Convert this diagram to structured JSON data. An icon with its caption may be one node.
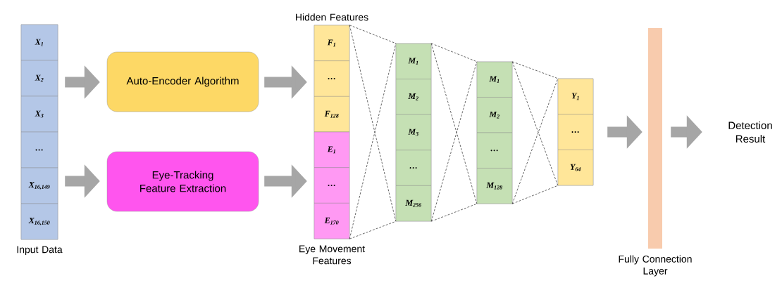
{
  "diagram": {
    "nodes": [
      {
        "text": [
          "Input Data"
        ]
      },
      {
        "text": [
          "X$_{1}$"
        ],
        "in": 0
      },
      {
        "text": [
          "X$_{2}$"
        ],
        "in": 0
      },
      {
        "text": [
          "X$_{3}$"
        ],
        "in": 0
      },
      {
        "text": [
          "…"
        ],
        "in": 0
      },
      {
        "text": [
          "X$_{16,149}$"
        ],
        "in": 0
      },
      {
        "text": [
          "X$_{16,150}$"
        ],
        "in": 0
      },
      {
        "text": [
          "Auto-Encoder Algorithm"
        ]
      },
      {
        "text": [
          "Eye-Tracking Feature Extraction"
        ]
      },
      {
        "text": [
          "Hidden Features"
        ]
      },
      {
        "text": [
          "F$_{1}$"
        ],
        "in": 9
      },
      {
        "text": [
          "…"
        ],
        "in": 9
      },
      {
        "text": [
          "F$_{128}$"
        ],
        "in": 9
      },
      {
        "text": [
          "Eye Movement Features"
        ]
      },
      {
        "text": [
          "E$_{1}$"
        ],
        "in": 13
      },
      {
        "text": [
          "…"
        ],
        "in": 13
      },
      {
        "text": [
          "E$_{170}$"
        ],
        "in": 13
      },
      {
        "text": [],
        "shape": "box"
      },
      {
        "text": [
          "M$_{1}$"
        ],
        "in": 17
      },
      {
        "text": [
          "M$_{2}$"
        ],
        "in": 17
      },
      {
        "text": [
          "M$_{3}$"
        ],
        "in": 17
      },
      {
        "text": [
          "…"
        ],
        "in": 17
      },
      {
        "text": [
          "M$_{256}$"
        ],
        "in": 17
      },
      {
        "text": [],
        "shape": "box"
      },
      {
        "text": [
          "M$_{1}$"
        ],
        "in": 23
      },
      {
        "text": [
          "M$_{2}$"
        ],
        "in": 23
      },
      {
        "text": [
          "…"
        ],
        "in": 23
      },
      {
        "text": [
          "M$_{128}$"
        ],
        "in": 23
      },
      {
        "text": [],
        "shape": "box"
      },
      {
        "text": [
          "Y$_{1}$"
        ],
        "in": 28
      },
      {
        "text": [
          "…"
        ],
        "in": 28
      },
      {
        "text": [
          "Y$_{64}$"
        ],
        "in": 28
      },
      {
        "text": [
          "Fully Connection Layer"
        ]
      },
      {
        "text": [
          "Detection Result"
        ]
      }
    ],
    "edges": [
      {
        "from": 0,
        "to": 7,
        "arrow": "to",
        "style": "thick",
        "color": "#a6a6a6"
      },
      {
        "from": 0,
        "to": 8,
        "arrow": "to",
        "style": "thick",
        "color": "#a6a6a6"
      },
      {
        "from": 7,
        "to": 9,
        "arrow": "to",
        "style": "thick",
        "color": "#a6a6a6"
      },
      {
        "from": 8,
        "to": 13,
        "arrow": "to",
        "style": "thick",
        "color": "#a6a6a6"
      },
      {
        "from": 9,
        "to": 17,
        "arrow": "none",
        "style": "dashed"
      },
      {
        "from": 9,
        "to": 17,
        "arrow": "none",
        "style": "dashed"
      },
      {
        "from": 13,
        "to": 17,
        "arrow": "none",
        "style": "dashed"
      },
      {
        "from": 13,
        "to": 17,
        "arrow": "none",
        "style": "dashed"
      },
      {
        "from": 17,
        "to": 23,
        "arrow": "none",
        "style": "dashed"
      },
      {
        "from": 17,
        "to": 23,
        "arrow": "none",
        "style": "dashed"
      },
      {
        "from": 17,
        "to": 23,
        "arrow": "none",
        "style": "dashed"
      },
      {
        "from": 17,
        "to": 23,
        "arrow": "none",
        "style": "dashed"
      },
      {
        "from": 23,
        "to": 28,
        "arrow": "none",
        "style": "dashed"
      },
      {
        "from": 23,
        "to": 28,
        "arrow": "none",
        "style": "dashed"
      },
      {
        "from": 23,
        "to": 28,
        "arrow": "none",
        "style": "dashed"
      },
      {
        "from": 23,
        "to": 28,
        "arrow": "none",
        "style": "dashed"
      },
      {
        "from": 28,
        "to": 32,
        "arrow": "to",
        "style": "thick",
        "color": "#a6a6a6"
      },
      {
        "from": 32,
        "to": 33,
        "arrow": "to",
        "style": "thick",
        "color": "#a6a6a6"
      }
    ]
  }
}
